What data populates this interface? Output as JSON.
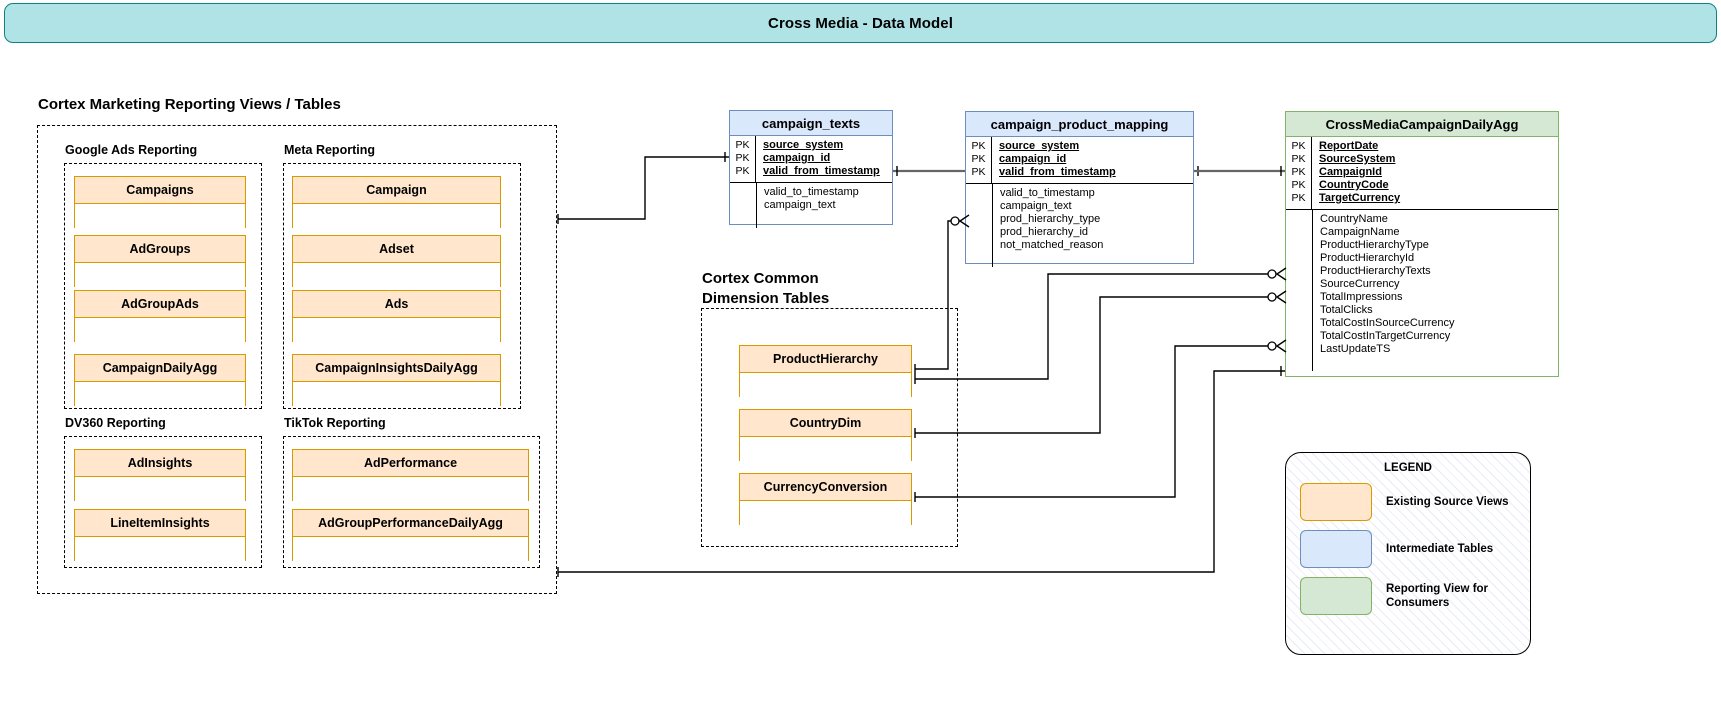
{
  "title": {
    "text": "Cross Media - Data Model"
  },
  "sections": {
    "left_heading": "Cortex Marketing Reporting Views / Tables",
    "dim_heading_line1": "Cortex Common",
    "dim_heading_line2": "Dimension Tables"
  },
  "source_groups": [
    {
      "label": "Google Ads Reporting",
      "tables": [
        "Campaigns",
        "AdGroups",
        "AdGroupAds",
        "CampaignDailyAgg"
      ]
    },
    {
      "label": "Meta Reporting",
      "tables": [
        "Campaign",
        "Adset",
        "Ads",
        "CampaignInsightsDailyAgg"
      ]
    },
    {
      "label": "DV360 Reporting",
      "tables": [
        "AdInsights",
        "LineItemInsights"
      ]
    },
    {
      "label": "TikTok Reporting",
      "tables": [
        "AdPerformance",
        "AdGroupPerformanceDailyAgg"
      ]
    }
  ],
  "dimension_tables": [
    "ProductHierarchy",
    "CountryDim",
    "CurrencyConversion"
  ],
  "entities": [
    {
      "name": "campaign_texts",
      "style": "blue",
      "keys": [
        "PK",
        "PK",
        "PK"
      ],
      "key_fields": [
        "source_system",
        "campaign_id",
        "valid_from_timestamp"
      ],
      "fields": [
        "valid_to_timestamp",
        "campaign_text"
      ]
    },
    {
      "name": "campaign_product_mapping",
      "style": "blue",
      "keys": [
        "PK",
        "PK",
        "PK"
      ],
      "key_fields": [
        "source_system",
        "campaign_id",
        "valid_from_timestamp"
      ],
      "fields": [
        "valid_to_timestamp",
        "campaign_text",
        "prod_hierarchy_type",
        "prod_hierarchy_id",
        "not_matched_reason"
      ]
    },
    {
      "name": "CrossMediaCampaignDailyAgg",
      "style": "green",
      "keys": [
        "PK",
        "PK",
        "PK",
        "PK",
        "PK"
      ],
      "key_fields": [
        "ReportDate",
        "SourceSystem",
        "CampaignId",
        "CountryCode",
        "TargetCurrency"
      ],
      "fields": [
        "CountryName",
        "CampaignName",
        "ProductHierarchyType",
        "ProductHierarchyId",
        "ProductHierarchyTexts",
        "SourceCurrency",
        "TotalImpressions",
        "TotalClicks",
        "TotalCostInSourceCurrency",
        "TotalCostInTargetCurrency",
        "LastUpdateTS"
      ]
    }
  ],
  "legend": {
    "title": "LEGEND",
    "items": [
      {
        "swatch": "orange",
        "label": "Existing Source Views"
      },
      {
        "swatch": "blue",
        "label": "Intermediate Tables"
      },
      {
        "swatch": "green",
        "label": "Reporting View for Consumers"
      }
    ]
  },
  "colors": {
    "banner_fill": "#b0e3e6",
    "banner_stroke": "#0e8088",
    "source_fill": "#ffe6cc",
    "source_stroke": "#d79b00",
    "intermediate_fill": "#dae8fc",
    "intermediate_stroke": "#6c8ebf",
    "reporting_fill": "#d5e8d4",
    "reporting_stroke": "#82b366"
  }
}
